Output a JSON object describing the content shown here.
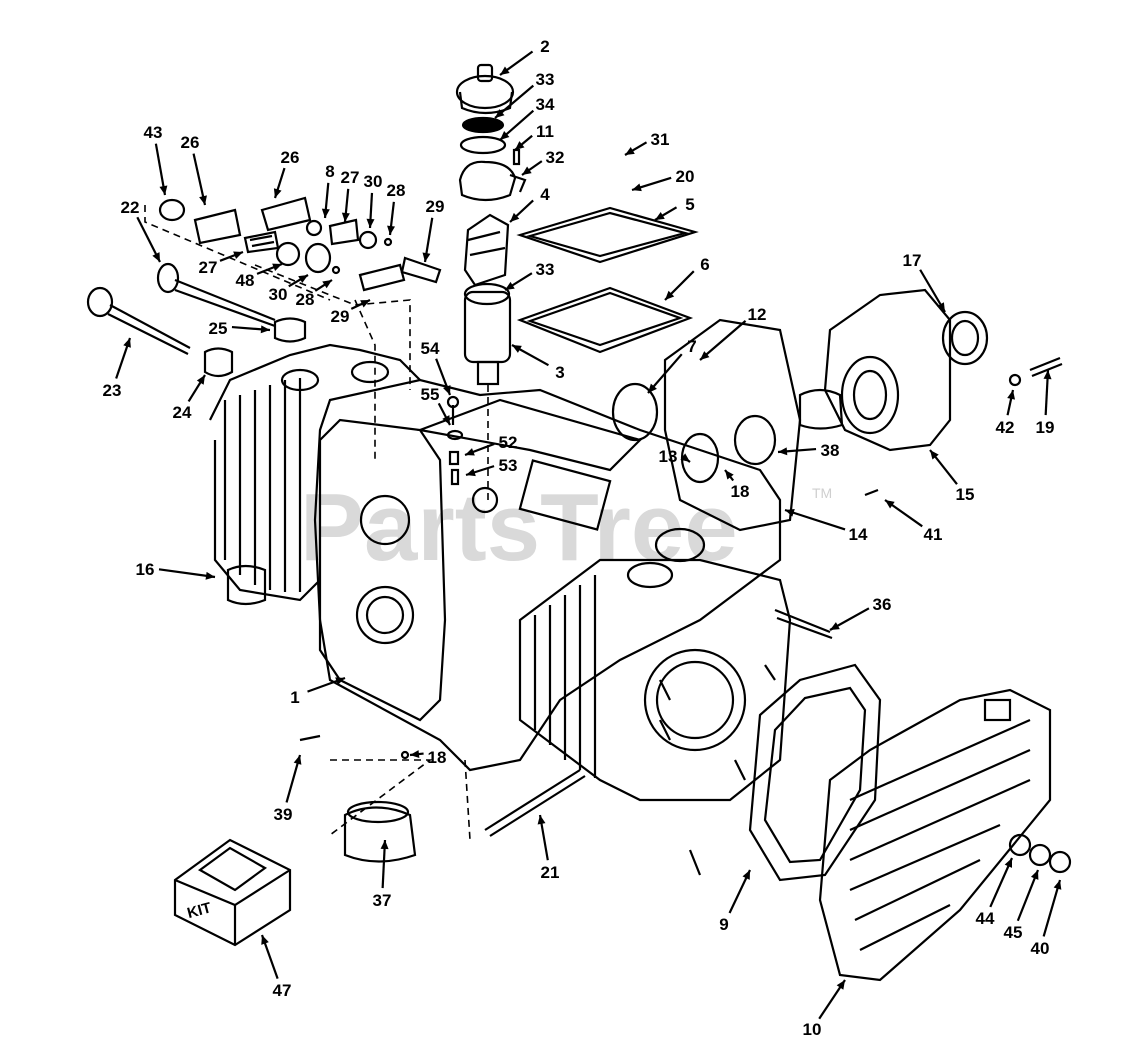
{
  "watermark": {
    "text": "PartsTree",
    "tm": "TM"
  },
  "kit_box_label": "KIT",
  "callouts": [
    {
      "id": "c-2",
      "label": "2"
    },
    {
      "id": "c-33a",
      "label": "33"
    },
    {
      "id": "c-34",
      "label": "34"
    },
    {
      "id": "c-11",
      "label": "11"
    },
    {
      "id": "c-32",
      "label": "32"
    },
    {
      "id": "c-31",
      "label": "31"
    },
    {
      "id": "c-20",
      "label": "20"
    },
    {
      "id": "c-4",
      "label": "4"
    },
    {
      "id": "c-5",
      "label": "5"
    },
    {
      "id": "c-6",
      "label": "6"
    },
    {
      "id": "c-33b",
      "label": "33"
    },
    {
      "id": "c-3",
      "label": "3"
    },
    {
      "id": "c-43",
      "label": "43"
    },
    {
      "id": "c-26a",
      "label": "26"
    },
    {
      "id": "c-26b",
      "label": "26"
    },
    {
      "id": "c-8",
      "label": "8"
    },
    {
      "id": "c-27a",
      "label": "27"
    },
    {
      "id": "c-30a",
      "label": "30"
    },
    {
      "id": "c-28a",
      "label": "28"
    },
    {
      "id": "c-29a",
      "label": "29"
    },
    {
      "id": "c-22",
      "label": "22"
    },
    {
      "id": "c-27b",
      "label": "27"
    },
    {
      "id": "c-48",
      "label": "48"
    },
    {
      "id": "c-30b",
      "label": "30"
    },
    {
      "id": "c-28b",
      "label": "28"
    },
    {
      "id": "c-29b",
      "label": "29"
    },
    {
      "id": "c-25",
      "label": "25"
    },
    {
      "id": "c-23",
      "label": "23"
    },
    {
      "id": "c-24",
      "label": "24"
    },
    {
      "id": "c-54",
      "label": "54"
    },
    {
      "id": "c-55",
      "label": "55"
    },
    {
      "id": "c-52",
      "label": "52"
    },
    {
      "id": "c-53",
      "label": "53"
    },
    {
      "id": "c-7",
      "label": "7"
    },
    {
      "id": "c-12",
      "label": "12"
    },
    {
      "id": "c-17",
      "label": "17"
    },
    {
      "id": "c-13",
      "label": "13"
    },
    {
      "id": "c-38",
      "label": "38"
    },
    {
      "id": "c-18a",
      "label": "18"
    },
    {
      "id": "c-42",
      "label": "42"
    },
    {
      "id": "c-19",
      "label": "19"
    },
    {
      "id": "c-15",
      "label": "15"
    },
    {
      "id": "c-14",
      "label": "14"
    },
    {
      "id": "c-41",
      "label": "41"
    },
    {
      "id": "c-16",
      "label": "16"
    },
    {
      "id": "c-36",
      "label": "36"
    },
    {
      "id": "c-1",
      "label": "1"
    },
    {
      "id": "c-39",
      "label": "39"
    },
    {
      "id": "c-18b",
      "label": "18"
    },
    {
      "id": "c-37",
      "label": "37"
    },
    {
      "id": "c-21",
      "label": "21"
    },
    {
      "id": "c-9",
      "label": "9"
    },
    {
      "id": "c-44",
      "label": "44"
    },
    {
      "id": "c-45",
      "label": "45"
    },
    {
      "id": "c-40",
      "label": "40"
    },
    {
      "id": "c-47",
      "label": "47"
    },
    {
      "id": "c-10",
      "label": "10"
    }
  ]
}
